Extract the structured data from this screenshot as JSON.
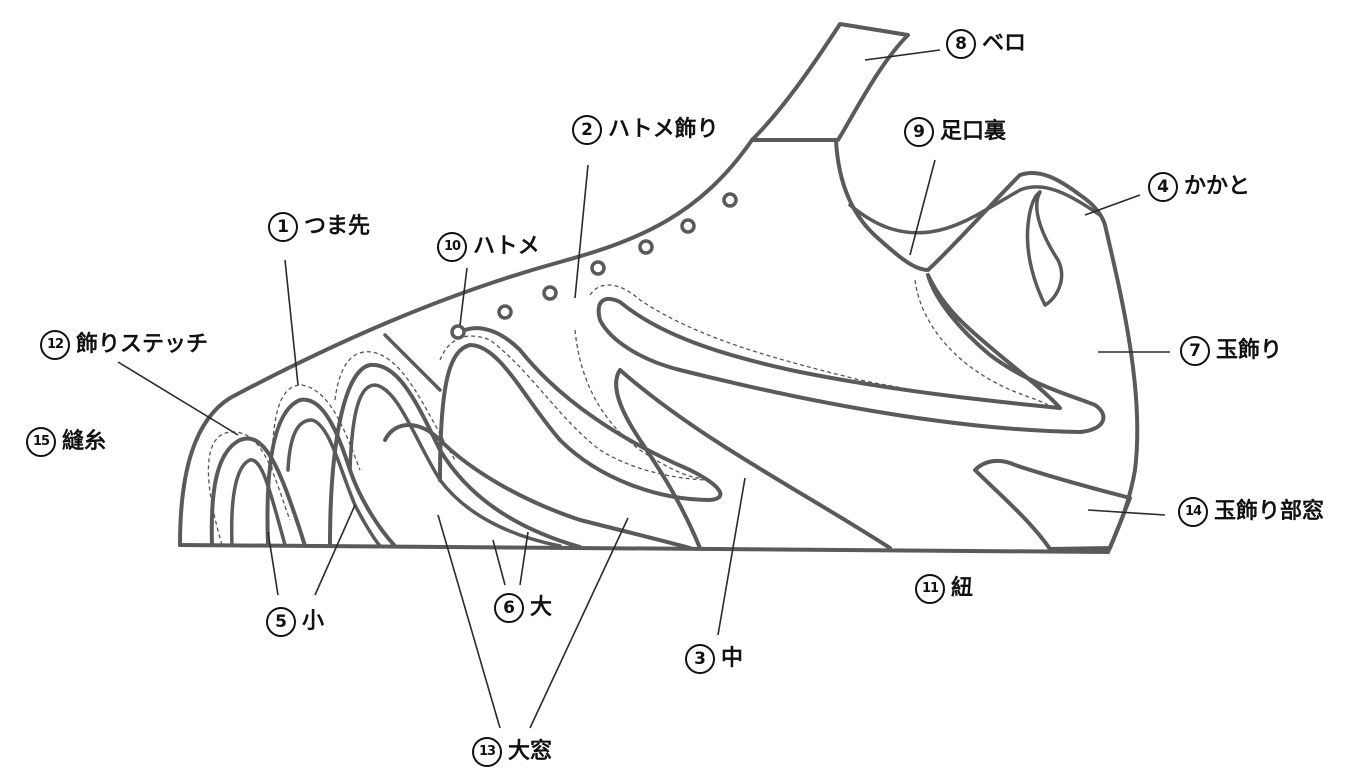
{
  "labels": [
    {
      "id": "toe",
      "number": "1",
      "text": "つま先"
    },
    {
      "id": "eyelet-deco",
      "number": "2",
      "text": "ハトメ飾り"
    },
    {
      "id": "middle",
      "number": "3",
      "text": "中"
    },
    {
      "id": "heel",
      "number": "4",
      "text": "かかと"
    },
    {
      "id": "small",
      "number": "5",
      "text": "小"
    },
    {
      "id": "large",
      "number": "6",
      "text": "大"
    },
    {
      "id": "tama-deco",
      "number": "7",
      "text": "玉飾り"
    },
    {
      "id": "tongue",
      "number": "8",
      "text": "ベロ"
    },
    {
      "id": "collar",
      "number": "9",
      "text": "足口裏"
    },
    {
      "id": "eyelet",
      "number": "10",
      "text": "ハトメ"
    },
    {
      "id": "lace",
      "number": "11",
      "text": "紐"
    },
    {
      "id": "stitch-deco",
      "number": "12",
      "text": "飾りステッチ"
    },
    {
      "id": "big-window",
      "number": "13",
      "text": "大窓"
    },
    {
      "id": "tama-window",
      "number": "14",
      "text": "玉飾り部窓"
    },
    {
      "id": "thread",
      "number": "15",
      "text": "縫糸"
    }
  ],
  "colors": {
    "outline": "#5a5a5a",
    "text": "#111111",
    "background": "#ffffff"
  }
}
